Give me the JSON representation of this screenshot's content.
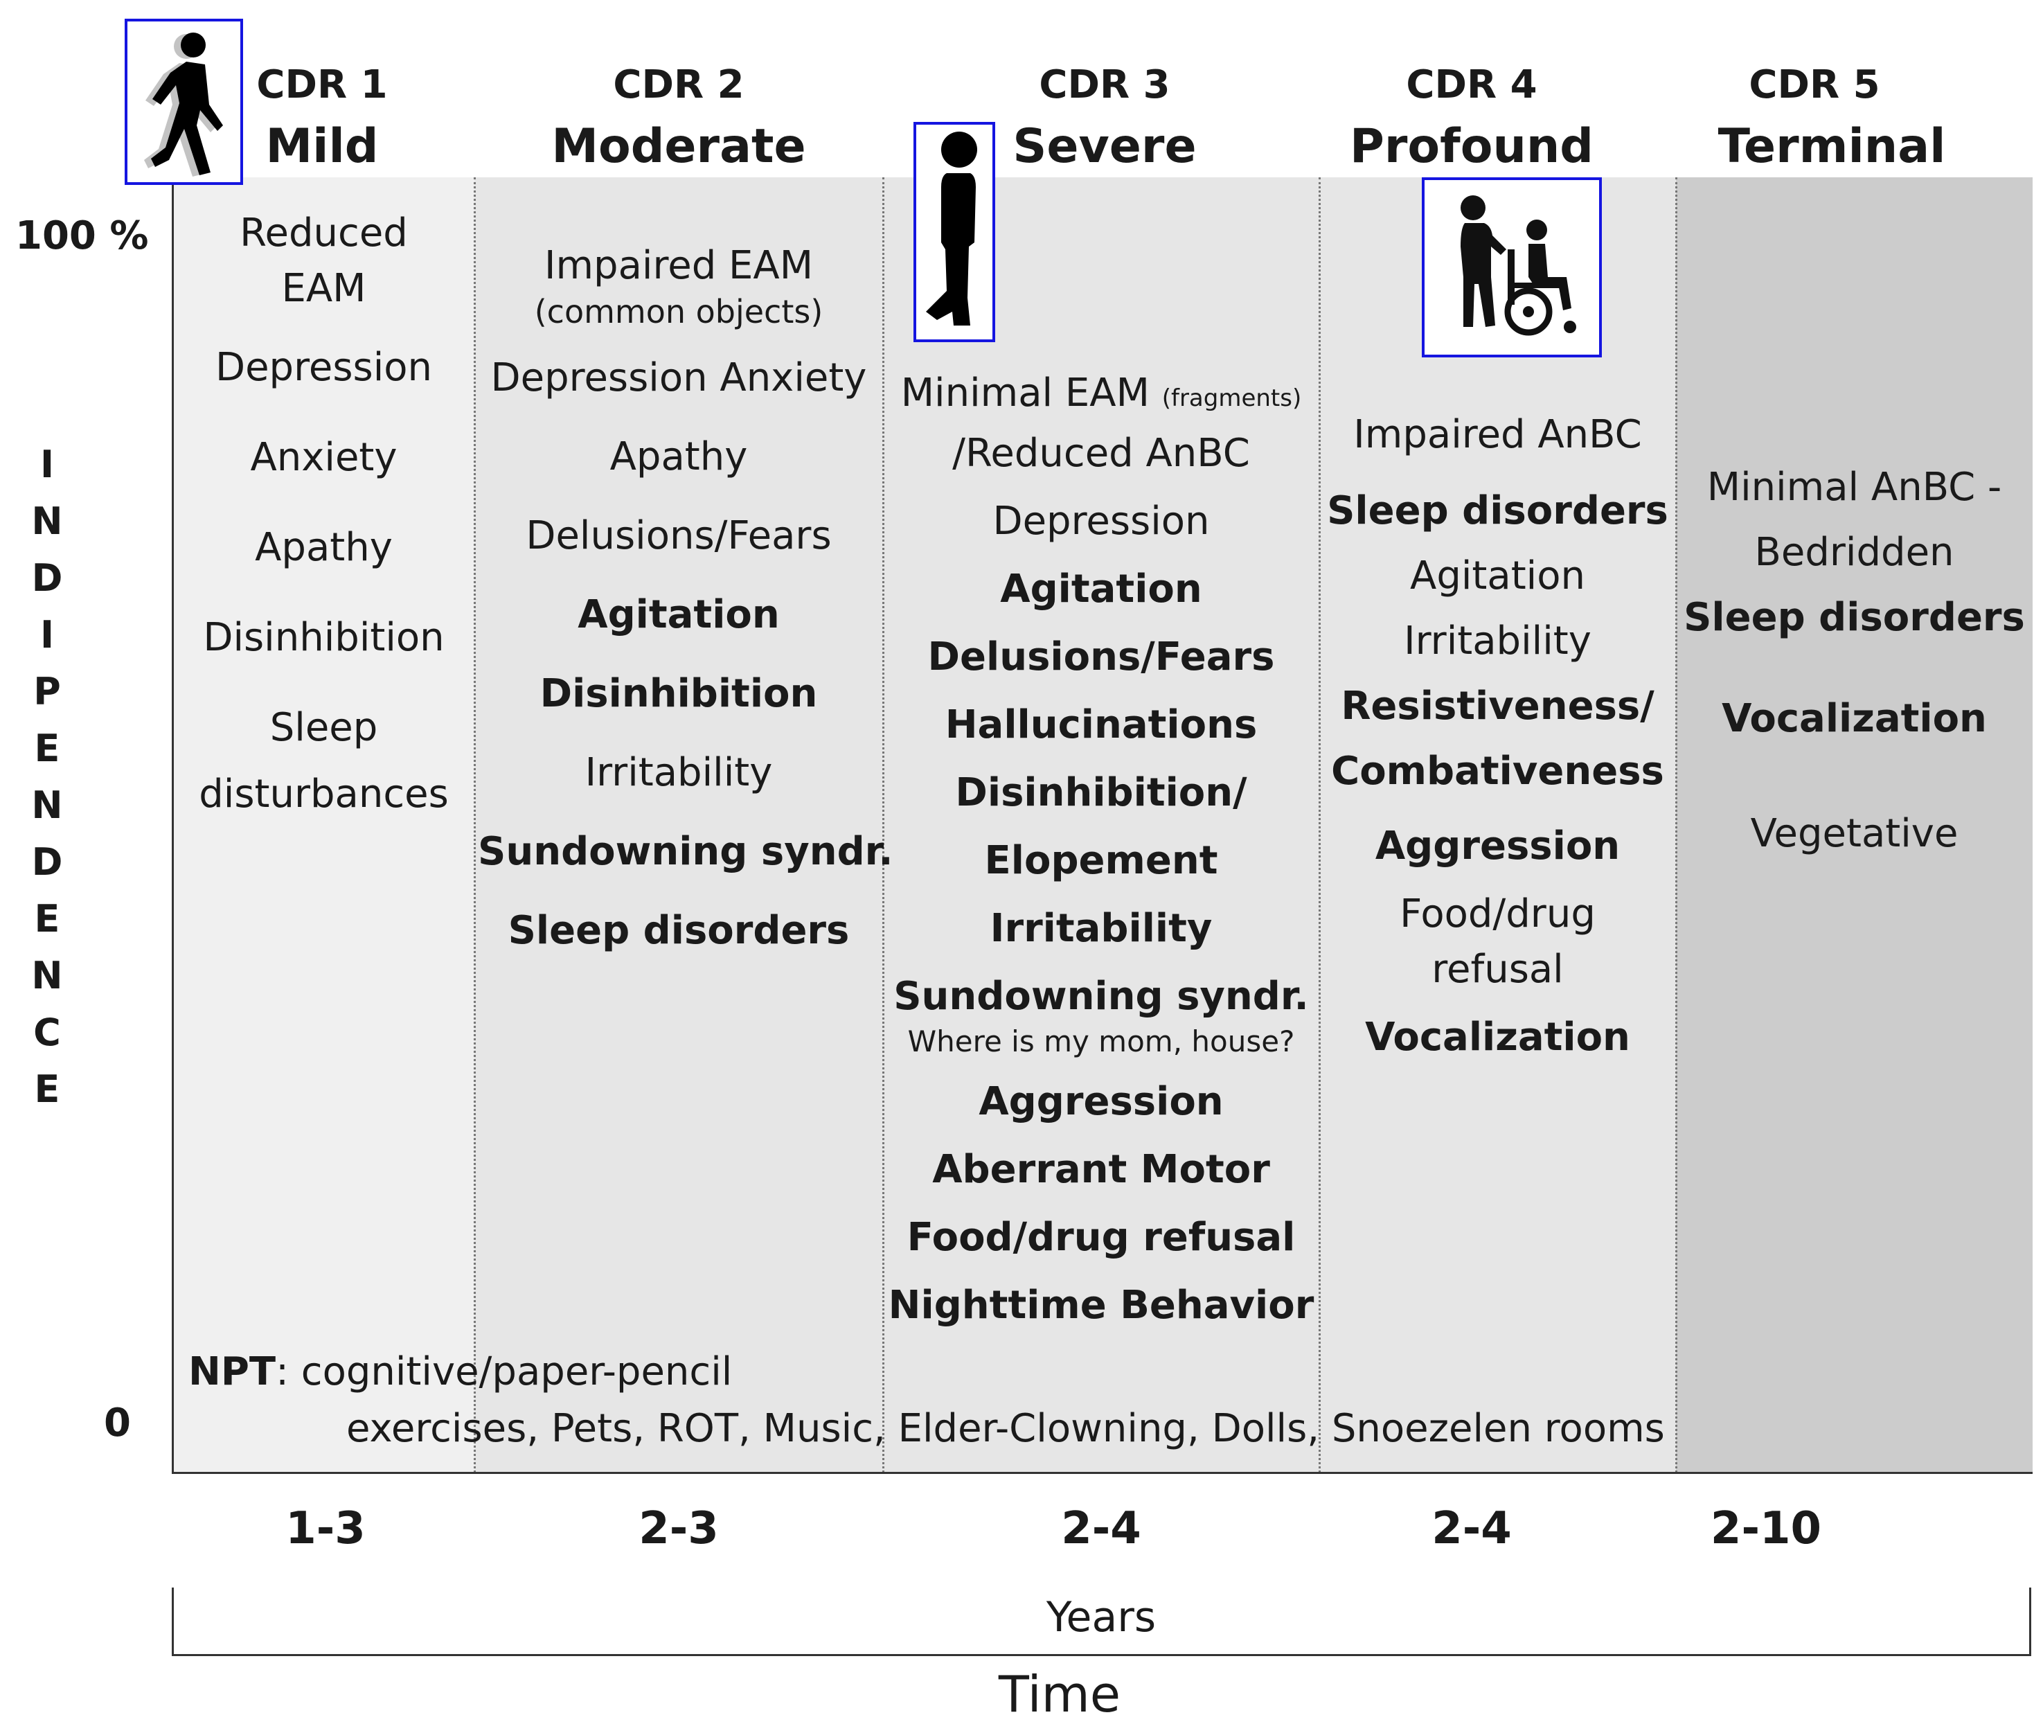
{
  "y_axis": {
    "top_label": "100 %",
    "bottom_label": "0",
    "vertical_letters": [
      "I",
      "N",
      "D",
      "I",
      "P",
      "E",
      "N",
      "D",
      "E",
      "N",
      "C",
      "E"
    ]
  },
  "stages": [
    {
      "cdr": "CDR 1",
      "name": "Mild",
      "duration": "1-3",
      "items": [
        {
          "text": "Reduced",
          "bold": false
        },
        {
          "text": "EAM",
          "bold": false
        },
        {
          "text": "Depression",
          "bold": false
        },
        {
          "text": "Anxiety",
          "bold": false
        },
        {
          "text": "Apathy",
          "bold": false
        },
        {
          "text": "Disinhibition",
          "bold": false
        },
        {
          "text": "Sleep",
          "bold": false
        },
        {
          "text": "disturbances",
          "bold": false
        }
      ]
    },
    {
      "cdr": "CDR 2",
      "name": "Moderate",
      "duration": "2-3",
      "items": [
        {
          "text": "Impaired EAM",
          "bold": false
        },
        {
          "text": "(common objects)",
          "bold": false
        },
        {
          "text": "Depression Anxiety",
          "bold": false
        },
        {
          "text": "Apathy",
          "bold": false
        },
        {
          "text": "Delusions/Fears",
          "bold": false
        },
        {
          "text": "Agitation",
          "bold": true
        },
        {
          "text": "Disinhibition",
          "bold": true
        },
        {
          "text": "Irritability",
          "bold": false
        },
        {
          "text": "Sundowning syndr.",
          "bold": true
        },
        {
          "text": "Sleep disorders",
          "bold": true
        }
      ]
    },
    {
      "cdr": "CDR 3",
      "name": "Severe",
      "duration": "2-4",
      "items": [
        {
          "text": "Minimal EAM",
          "bold": false
        },
        {
          "text": "(fragments)",
          "bold": false
        },
        {
          "text": "/Reduced AnBC",
          "bold": false
        },
        {
          "text": "Depression",
          "bold": false
        },
        {
          "text": "Agitation",
          "bold": true
        },
        {
          "text": "Delusions/Fears",
          "bold": true
        },
        {
          "text": "Hallucinations",
          "bold": true
        },
        {
          "text": "Disinhibition/",
          "bold": true
        },
        {
          "text": "Elopement",
          "bold": true
        },
        {
          "text": "Irritability",
          "bold": true
        },
        {
          "text": "Sundowning syndr.",
          "bold": true
        },
        {
          "text": "Where is my mom, house?",
          "bold": false
        },
        {
          "text": "Aggression",
          "bold": true
        },
        {
          "text": "Aberrant Motor",
          "bold": true
        },
        {
          "text": "Food/drug refusal",
          "bold": true
        },
        {
          "text": "Nighttime Behavior",
          "bold": true
        }
      ]
    },
    {
      "cdr": "CDR 4",
      "name": "Profound",
      "duration": "2-4",
      "items": [
        {
          "text": "Impaired AnBC",
          "bold": false
        },
        {
          "text": "Sleep disorders",
          "bold": true
        },
        {
          "text": "Agitation",
          "bold": false
        },
        {
          "text": "Irritability",
          "bold": false
        },
        {
          "text": "Resistiveness/",
          "bold": true
        },
        {
          "text": "Combativeness",
          "bold": true
        },
        {
          "text": "Aggression",
          "bold": true
        },
        {
          "text": "Food/drug",
          "bold": false
        },
        {
          "text": "refusal",
          "bold": false
        },
        {
          "text": "Vocalization",
          "bold": true
        }
      ]
    },
    {
      "cdr": "CDR 5",
      "name": "Terminal",
      "duration": "2-10",
      "items": [
        {
          "text": "Minimal AnBC -",
          "bold": false
        },
        {
          "text": "Bedridden",
          "bold": false
        },
        {
          "text": "Sleep disorders",
          "bold": true
        },
        {
          "text": "Vocalization",
          "bold": true
        },
        {
          "text": "Vegetative",
          "bold": false
        }
      ]
    }
  ],
  "npt": {
    "label": "NPT",
    "line1": ": cognitive/paper-pencil",
    "line2": "exercises, Pets, ROT, Music, Elder-Clowning, Dolls, Snoezelen rooms"
  },
  "x_axis": {
    "bracket_label": "Years",
    "title": "Time"
  },
  "icons": [
    "walking-person-icon",
    "standing-person-icon",
    "wheelchair-caregiver-icon"
  ],
  "colors": {
    "stage_bg_light": "#f0f0f0",
    "stage_bg_mid": "#e6e6e6",
    "stage_bg_terminal": "#cccccc",
    "icon_border": "#1515e0"
  }
}
